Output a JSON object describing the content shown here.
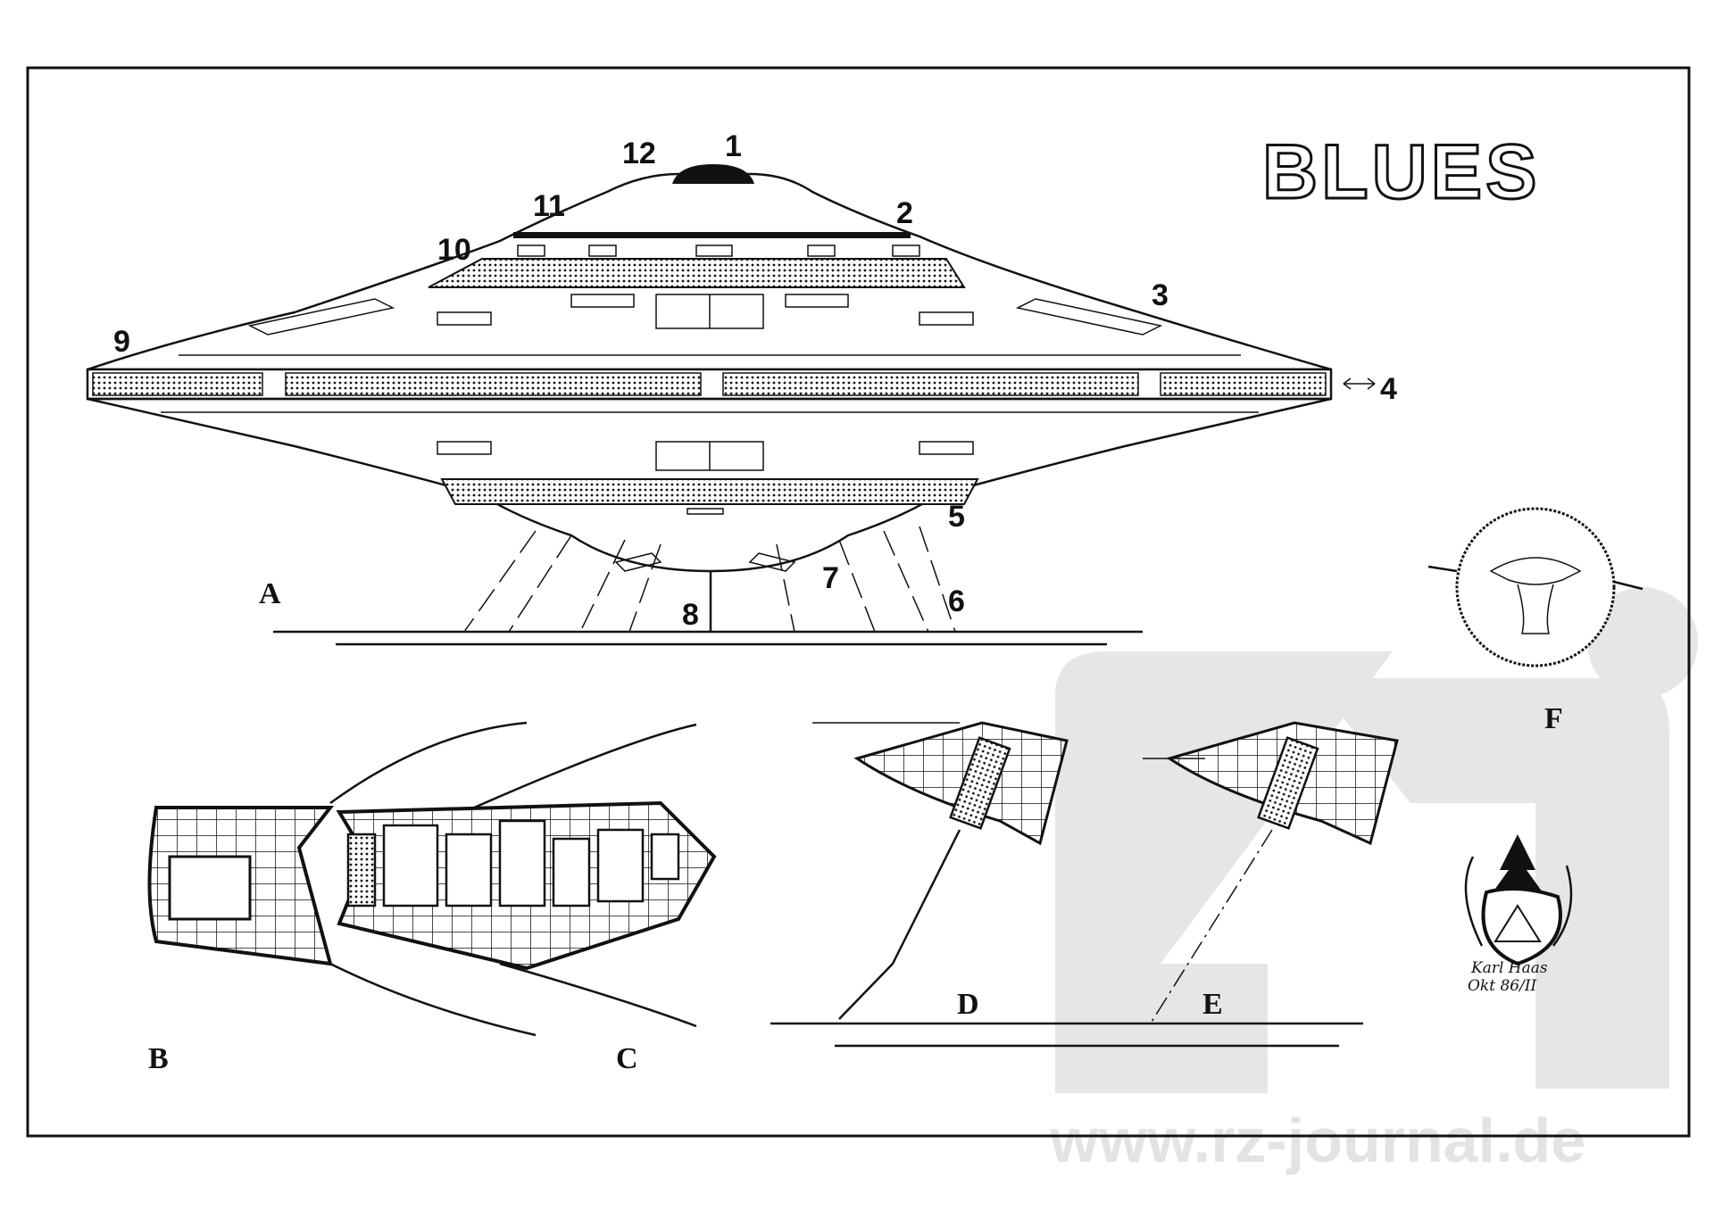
{
  "title": "BLUES",
  "callouts": [
    "1",
    "2",
    "3",
    "4",
    "5",
    "6",
    "7",
    "8",
    "9",
    "10",
    "11",
    "12"
  ],
  "views": {
    "a": "A",
    "b": "B",
    "c": "C",
    "d": "D",
    "e": "E",
    "f": "F"
  },
  "signature": {
    "name": "Karl Haas",
    "date": "Okt 86/II"
  },
  "watermark": "www.rz-journal.de",
  "colors": {
    "ink": "#111111",
    "watermark": "#e3e3e3",
    "paper": "#ffffff"
  }
}
